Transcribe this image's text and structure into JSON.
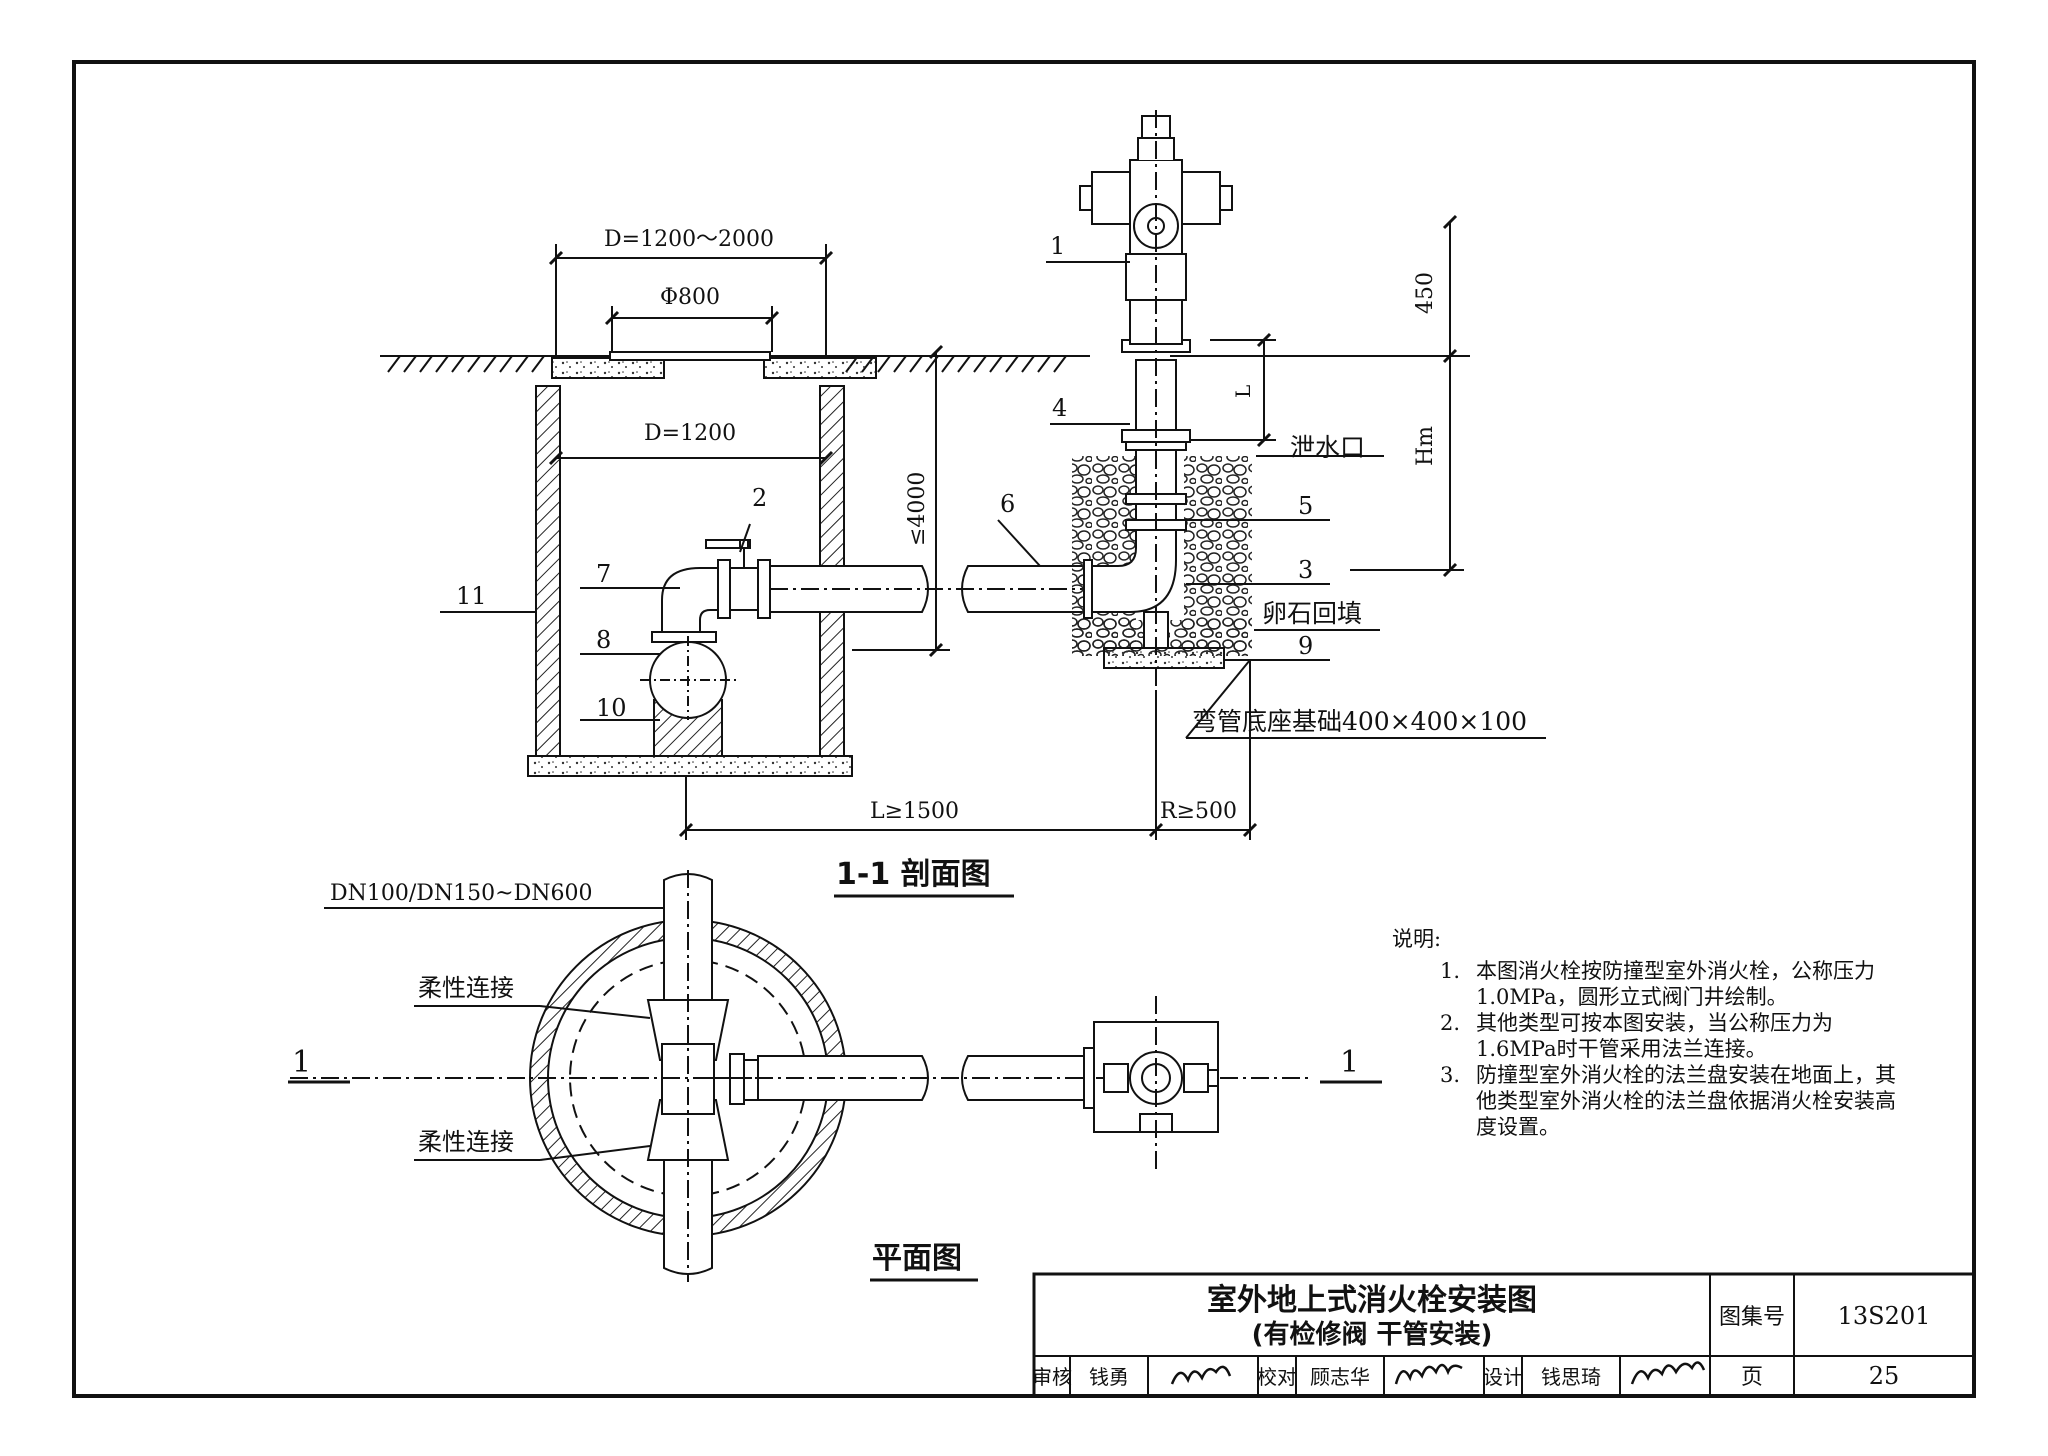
{
  "section": {
    "title": "1-1 剖面图",
    "dims": {
      "outer_diameter": "D=1200～2000",
      "cover": "Φ800",
      "inner_diameter": "D=1200",
      "max_depth": "≤4000",
      "height_above": "450",
      "height_below": "Hm",
      "l_mark": "L",
      "pipe_length": "L≥1500",
      "radius": "R≥500"
    },
    "labels": {
      "drain": "泄水口",
      "backfill": "卵石回填",
      "base": "弯管底座基础400×400×100"
    },
    "callouts": [
      "1",
      "2",
      "3",
      "4",
      "5",
      "6",
      "7",
      "8",
      "9",
      "10",
      "11"
    ]
  },
  "plan": {
    "title": "平面图",
    "pipe_spec": "DN100/DN150~DN600",
    "flex_joint_top": "柔性连接",
    "flex_joint_bottom": "柔性连接",
    "section_mark_left": "1",
    "section_mark_right": "1"
  },
  "notes": {
    "heading": "说明:",
    "items": [
      {
        "num": "1.",
        "text": "本图消火栓按防撞型室外消火栓，公称压力1.0MPa，圆形立式阀门井绘制。"
      },
      {
        "num": "2.",
        "text": "其他类型可按本图安装，当公称压力为1.6MPa时干管采用法兰连接。"
      },
      {
        "num": "3.",
        "text": "防撞型室外消火栓的法兰盘安装在地面上，其他类型室外消火栓的法兰盘依据消火栓安装高度设置。"
      }
    ]
  },
  "title_block": {
    "title": "室外地上式消火栓安装图",
    "subtitle": "(有检修阀  干管安装)",
    "atlas_label": "图集号",
    "atlas_no": "13S201",
    "page_label": "页",
    "page_no": "25",
    "review_label": "审核",
    "review_name": "钱勇",
    "check_label": "校对",
    "check_name": "顾志华",
    "design_label": "设计",
    "design_name": "钱思琦"
  }
}
